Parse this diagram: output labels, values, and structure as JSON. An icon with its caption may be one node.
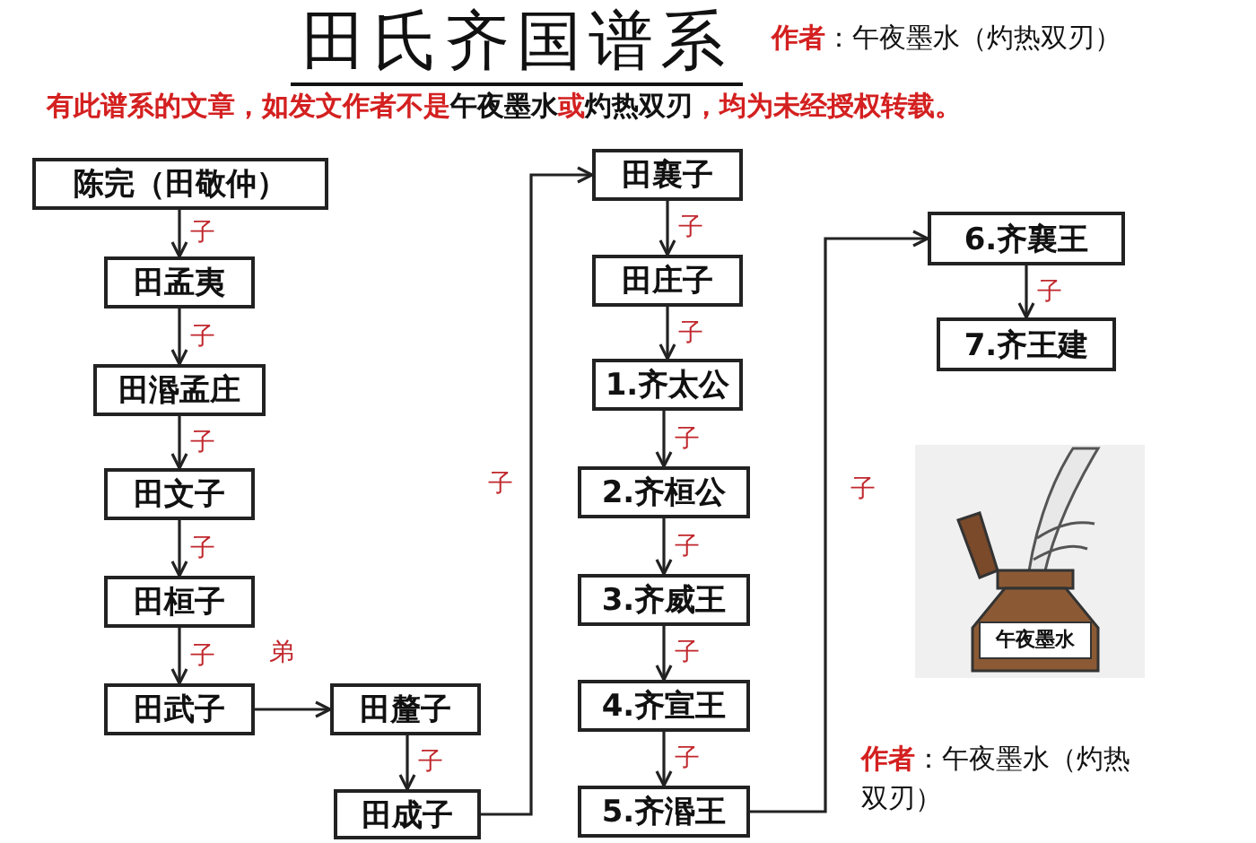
{
  "diagram": {
    "title": "田氏齐国谱系",
    "nodes": [
      {
        "text": [
          "陈完（田敬仲）"
        ]
      },
      {
        "text": [
          "田孟夷"
        ]
      },
      {
        "text": [
          "田湣孟庄"
        ]
      },
      {
        "text": [
          "田文子"
        ]
      },
      {
        "text": [
          "田桓子"
        ]
      },
      {
        "text": [
          "田武子"
        ]
      },
      {
        "text": [
          "田釐子"
        ]
      },
      {
        "text": [
          "田成子"
        ]
      },
      {
        "text": [
          "田襄子"
        ]
      },
      {
        "text": [
          "田庄子"
        ]
      },
      {
        "text": [
          "1.齐太公"
        ]
      },
      {
        "text": [
          "2.齐桓公"
        ]
      },
      {
        "text": [
          "3.齐威王"
        ]
      },
      {
        "text": [
          "4.齐宣王"
        ]
      },
      {
        "text": [
          "5.齐湣王"
        ]
      },
      {
        "text": [
          "6.齐襄王"
        ]
      },
      {
        "text": [
          "7.齐王建"
        ]
      }
    ],
    "edges": [
      {
        "from": 0,
        "to": 1,
        "arrow": "to",
        "label": "子"
      },
      {
        "from": 1,
        "to": 2,
        "arrow": "to",
        "label": "子"
      },
      {
        "from": 2,
        "to": 3,
        "arrow": "to",
        "label": "子"
      },
      {
        "from": 3,
        "to": 4,
        "arrow": "to",
        "label": "子"
      },
      {
        "from": 4,
        "to": 5,
        "arrow": "to",
        "label": "子"
      },
      {
        "from": 5,
        "to": 6,
        "arrow": "to",
        "label": "弟"
      },
      {
        "from": 6,
        "to": 7,
        "arrow": "to",
        "label": "子"
      },
      {
        "from": 7,
        "to": 8,
        "arrow": "to",
        "label": "子"
      },
      {
        "from": 8,
        "to": 9,
        "arrow": "to",
        "label": "子"
      },
      {
        "from": 9,
        "to": 10,
        "arrow": "to",
        "label": "子"
      },
      {
        "from": 10,
        "to": 11,
        "arrow": "to",
        "label": "子"
      },
      {
        "from": 11,
        "to": 12,
        "arrow": "to",
        "label": "子"
      },
      {
        "from": 12,
        "to": 13,
        "arrow": "to",
        "label": "子"
      },
      {
        "from": 13,
        "to": 14,
        "arrow": "to",
        "label": "子"
      },
      {
        "from": 14,
        "to": 15,
        "arrow": "to",
        "label": "子"
      },
      {
        "from": 15,
        "to": 16,
        "arrow": "to",
        "label": "子"
      }
    ],
    "labels": [
      "**作者**：午夜墨水（灼热双刃）",
      "有此谱系的文章，如发文作者不是**午夜墨水**或**灼热双刃**，均为未经授权转载。",
      "午夜墨水",
      "**作者**：午夜墨水（灼热双刃）"
    ]
  }
}
